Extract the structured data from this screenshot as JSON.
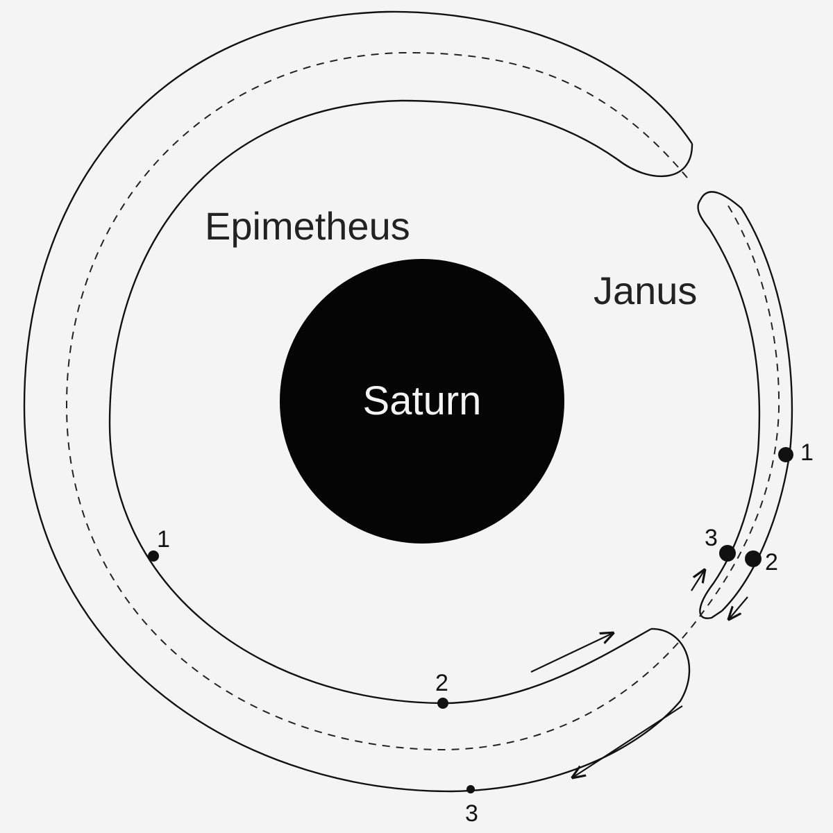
{
  "planet": {
    "label": "Saturn"
  },
  "moons": {
    "epimetheus": {
      "label": "Epimetheus",
      "positions": [
        "1",
        "2",
        "3"
      ]
    },
    "janus": {
      "label": "Janus",
      "positions": [
        "1",
        "2",
        "3"
      ]
    }
  },
  "colors": {
    "background": "#f4f4f4",
    "planet": "#050505",
    "ink": "#111111"
  }
}
